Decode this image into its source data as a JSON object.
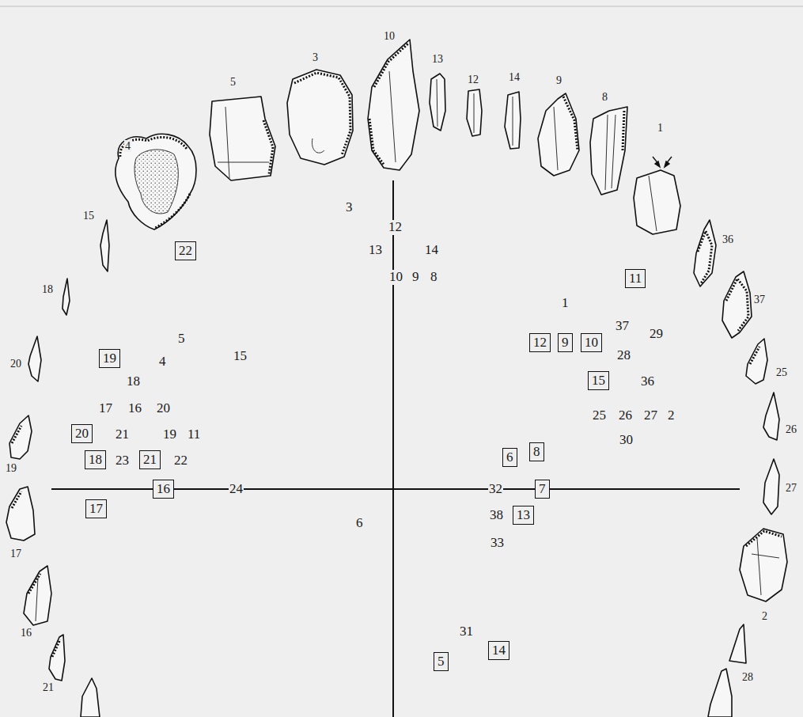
{
  "diagram": {
    "nodes": [
      {
        "text": [
          "22"
        ]
      },
      {
        "text": [
          "11"
        ]
      },
      {
        "text": [
          "12"
        ]
      },
      {
        "text": [
          "9"
        ]
      },
      {
        "text": [
          "10"
        ]
      },
      {
        "text": [
          "19"
        ]
      },
      {
        "text": [
          "15"
        ]
      },
      {
        "text": [
          "20"
        ]
      },
      {
        "text": [
          "6"
        ]
      },
      {
        "text": [
          "8"
        ]
      },
      {
        "text": [
          "18"
        ]
      },
      {
        "text": [
          "21"
        ]
      },
      {
        "text": [
          "16"
        ]
      },
      {
        "text": [
          "7"
        ]
      },
      {
        "text": [
          "17"
        ]
      },
      {
        "text": [
          "13"
        ]
      },
      {
        "text": [
          "14"
        ]
      },
      {
        "text": [
          "5"
        ]
      }
    ],
    "labels": [
      "10",
      "3",
      "13",
      "14",
      "12",
      "9",
      "5",
      "8",
      "1",
      "4",
      "3",
      "15",
      "12",
      "36",
      "13",
      "14",
      "10",
      "9",
      "8",
      "18",
      "37",
      "1",
      "37",
      "29",
      "5",
      "15",
      "28",
      "4",
      "20",
      "25",
      "18",
      "36",
      "17",
      "16",
      "20",
      "25",
      "26",
      "27",
      "2",
      "26",
      "21",
      "19",
      "11",
      "30",
      "23",
      "22",
      "19",
      "27",
      "24",
      "32",
      "38",
      "6",
      "33",
      "17",
      "2",
      "31",
      "16",
      "28",
      "21"
    ]
  }
}
